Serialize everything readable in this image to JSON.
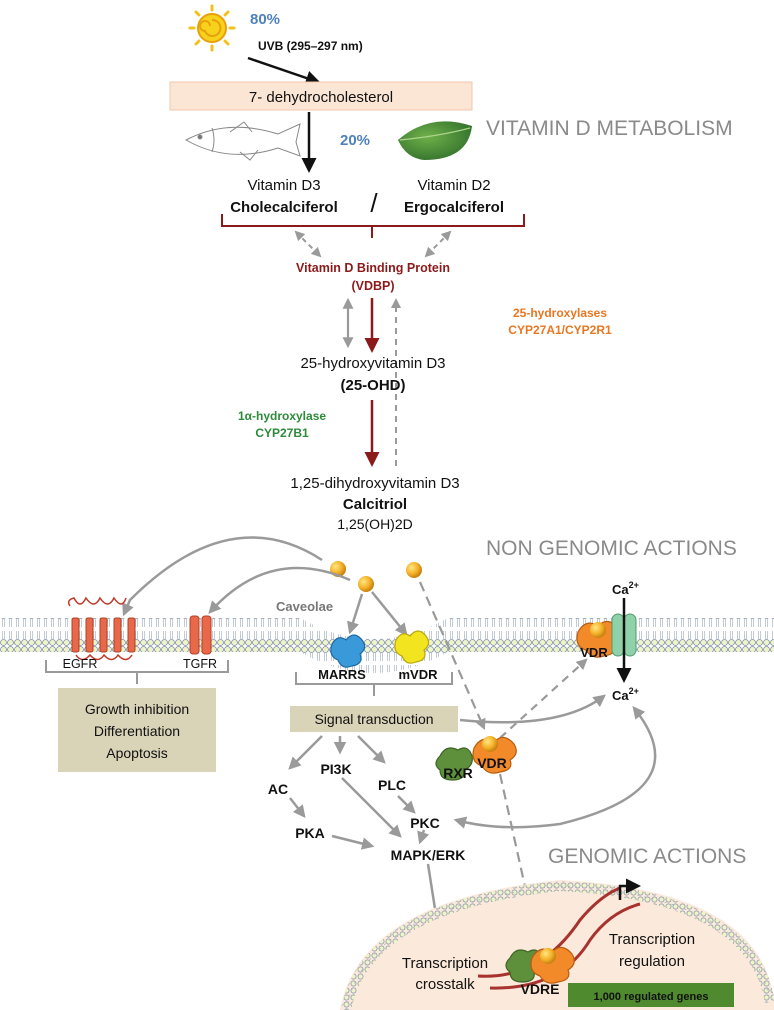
{
  "sections": {
    "metabolism": "VITAMIN D METABOLISM",
    "non_genomic": "NON GENOMIC ACTIONS",
    "genomic": "GENOMIC ACTIONS"
  },
  "sources": {
    "sun_percent": "80%",
    "uvb": "UVB (295–297 nm)",
    "precursor": "7- dehydrocholesterol",
    "diet_percent": "20%"
  },
  "forms": {
    "d3_name": "Vitamin D3",
    "d3_chem": "Cholecalciferol",
    "separator": "/",
    "d2_name": "Vitamin D2",
    "d2_chem": "Ergocalciferol"
  },
  "vdbp": {
    "line1": "Vitamin D Binding Protein",
    "line2": "(VDBP)"
  },
  "enzymes": {
    "hydroxylase25_line1": "25-hydroxylases",
    "hydroxylase25_line2": "CYP27A1/CYP2R1",
    "hydroxylase1a_line1": "1α-hydroxylase",
    "hydroxylase1a_line2": "CYP27B1"
  },
  "metabolites": {
    "ohd_line1": "25-hydroxyvitamin D3",
    "ohd_line2": "(25-OHD)",
    "calcitriol_line1": "1,25-dihydroxyvitamin D3",
    "calcitriol_line2": "Calcitriol",
    "calcitriol_line3": "1,25(OH)2D"
  },
  "membrane": {
    "caveolae": "Caveolae",
    "egfr": "EGFR",
    "tgfr": "TGFR",
    "marrs": "MARRS",
    "mvdr": "mVDR",
    "vdr_membrane": "VDR",
    "ca_top": "Ca",
    "ca_top_sup": "2+",
    "ca_bottom": "Ca",
    "ca_bottom_sup": "2+"
  },
  "outcomes": {
    "line1": "Growth inhibition",
    "line2": "Differentiation",
    "line3": "Apoptosis",
    "signal": "Signal transduction"
  },
  "pathways": {
    "ac": "AC",
    "pi3k": "PI3K",
    "plc": "PLC",
    "pka": "PKA",
    "pkc": "PKC",
    "mapk": "MAPK/ERK",
    "rxr": "RXR",
    "vdr": "VDR"
  },
  "nucleus": {
    "crosstalk_line1": "Transcription",
    "crosstalk_line2": "crosstalk",
    "regulation_line1": "Transcription",
    "regulation_line2": "regulation",
    "vdre": "VDRE",
    "genes": "1,000 regulated genes"
  },
  "colors": {
    "blue_percent": "#4f81bd",
    "dark_red": "#8b1a1a",
    "orange": "#e87722",
    "green": "#2e8b3a",
    "gray": "#8a8a8a",
    "box_tan": "#d9d3b8",
    "genes_green": "#4f8a2e"
  }
}
